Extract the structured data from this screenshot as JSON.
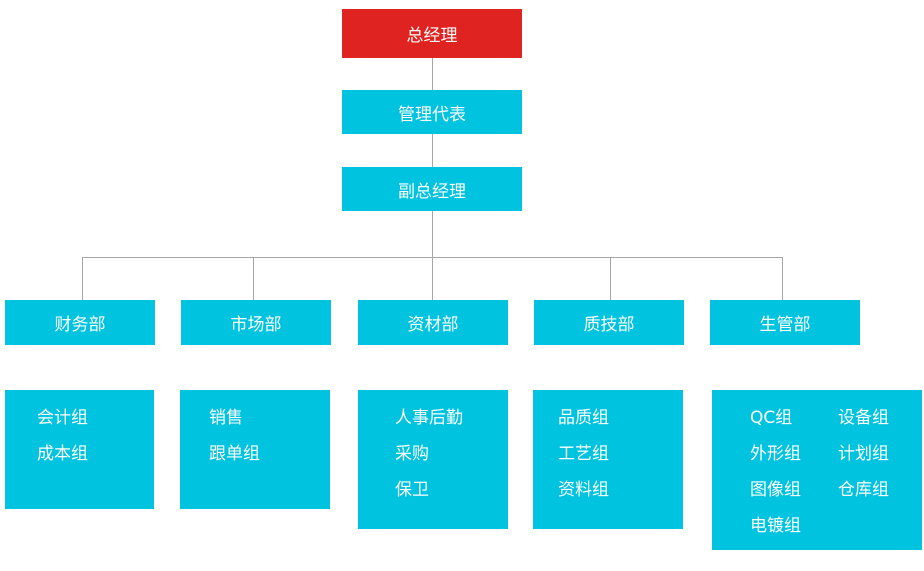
{
  "chart": {
    "top": {
      "general_manager": "总经理",
      "management_rep": "管理代表",
      "deputy_gm": "副总经理"
    },
    "departments": [
      "财务部",
      "市场部",
      "资材部",
      "质技部",
      "生管部"
    ],
    "groups": {
      "finance": [
        "会计组",
        "成本组"
      ],
      "market": [
        "销售",
        "跟单组"
      ],
      "materials": [
        "人事后勤",
        "采购",
        "保卫"
      ],
      "quality": [
        "品质组",
        "工艺组",
        "资料组"
      ],
      "production_col1": [
        "QC组",
        "外形组",
        "图像组",
        "电镀组"
      ],
      "production_col2": [
        "设备组",
        "计划组",
        "仓库组"
      ]
    }
  },
  "colors": {
    "accent": "#00c3df",
    "top": "#de2320",
    "line": "#a6a6a6"
  }
}
